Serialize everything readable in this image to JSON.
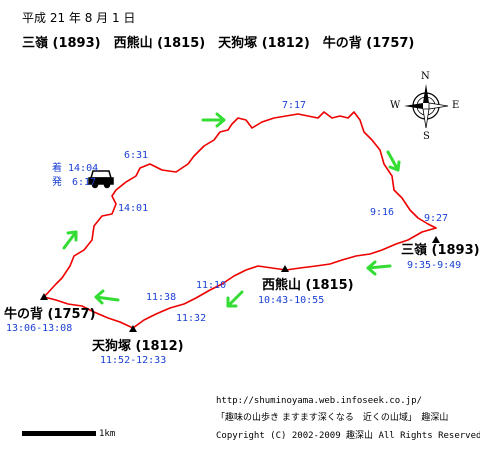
{
  "header": {
    "date": "平成 21 年 8 月 1 日",
    "peaks_line": "三嶺 (1893)　西熊山 (1815)　天狗塚 (1812)　牛の背 (1757)"
  },
  "peaks": [
    {
      "name": "三嶺 (1893)",
      "time": "9:35-9:49"
    },
    {
      "name": "西熊山 (1815)",
      "time": "10:43-10:55"
    },
    {
      "name": "天狗塚 (1812)",
      "time": "11:52-12:33"
    },
    {
      "name": "牛の背 (1757)",
      "time": "13:06-13:08"
    }
  ],
  "parking": {
    "arrive": "着 14:04",
    "depart": "発　6:17"
  },
  "waypoints": [
    "7:17",
    "6:31",
    "14:01",
    "9:16",
    "9:27",
    "11:10",
    "11:38",
    "11:32"
  ],
  "compass": {
    "n": "N",
    "s": "S",
    "e": "E",
    "w": "W"
  },
  "scale": {
    "label": "1km"
  },
  "footer": {
    "url": "http://shuminoyama.web.infoseek.co.jp/",
    "tagline": "「趣味の山歩き ますます深くなる　近くの山域」　趣深山",
    "copyright": "Copyright (C) 2002-2009 趣深山 All Rights Reserved"
  },
  "colors": {
    "route": "#ee0000",
    "arrows": "#33dd33",
    "times": "#1a3fd4"
  }
}
